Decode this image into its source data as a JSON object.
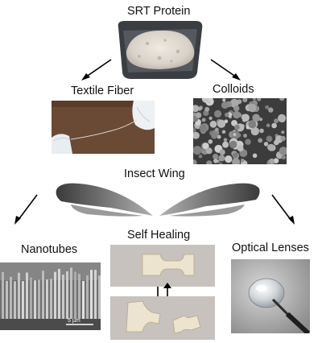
{
  "center": {
    "label": "SRT Protein"
  },
  "applications": {
    "textile_fiber": "Textile Fiber",
    "colloids": "Colloids",
    "insect_wing": "Insect Wing",
    "nanotubes": "Nanotubes",
    "self_healing": "Self Healing",
    "optical_lenses": "Optical Lenses"
  },
  "scale_bar": {
    "label": "5 µm"
  },
  "icons": {
    "arrow": "arrow-icon",
    "healing_arrows": "up-down-arrows-icon"
  }
}
